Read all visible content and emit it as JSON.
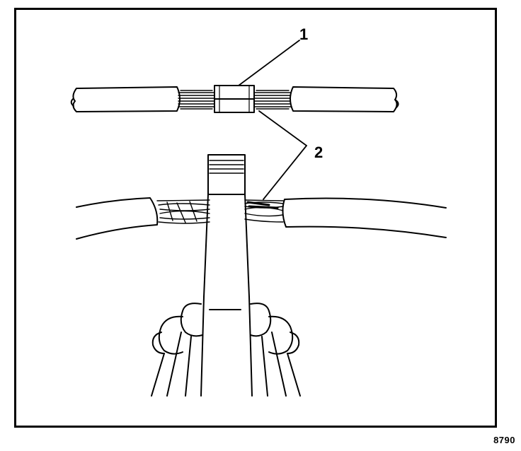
{
  "callouts": {
    "one": "1",
    "two": "2"
  },
  "figure_id": "8790",
  "colors": {
    "ink": "#000000",
    "paper": "#ffffff"
  }
}
